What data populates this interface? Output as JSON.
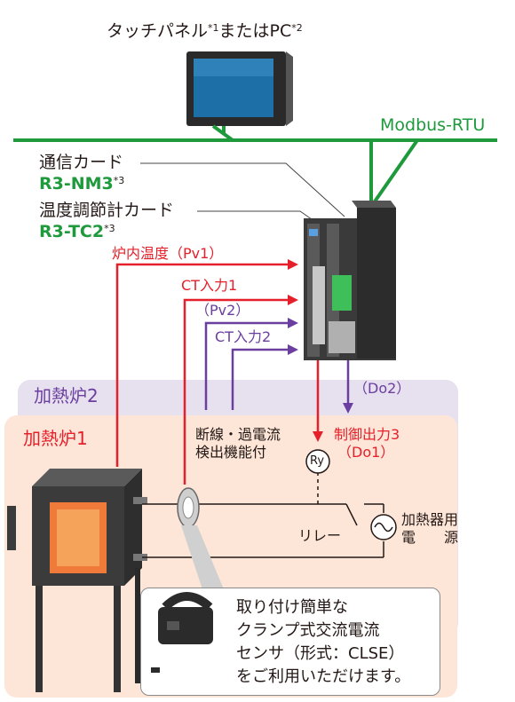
{
  "touch_panel_label": "タッチパネル",
  "touch_panel_note1": "*1",
  "or_pc_label": "またはPC",
  "pc_note2": "*2",
  "modbus_label": "Modbus-RTU",
  "comm_card_label": "通信カード",
  "comm_card_model": "R3-NM3",
  "comm_card_note": "*3",
  "temp_card_label": "温度調節計カード",
  "temp_card_model": "R3-TC2",
  "temp_card_note": "*3",
  "furnace_temp_label": "炉内温度（Pv1）",
  "ct_input1_label": "CT入力1",
  "pv2_label": "（Pv2）",
  "ct_input2_label": "CT入力2",
  "do2_label": "（Do2）",
  "furnace2_label": "加熱炉2",
  "furnace1_label": "加熱炉1",
  "break_detect_line1": "断線・過電流",
  "break_detect_line2": "検出機能付",
  "control_output_label": "制御出力3",
  "do1_label": "（Do1）",
  "relay_symbol": "Ry",
  "relay_label": "リレー",
  "heater_power_line1": "加熱器用",
  "heater_power_line2": "電　　源",
  "callout_lines": [
    "取り付け簡単な",
    "クランプ式交流電流",
    "センサ（形式：CLSE）",
    "をご利用いただけます。"
  ],
  "colors": {
    "green_bus": "#1e9a3c",
    "red_signal": "#e6202a",
    "purple_signal": "#6b3fa0",
    "furnace1_bg": "#fde6d8",
    "furnace2_bg": "#e7e0ef"
  }
}
